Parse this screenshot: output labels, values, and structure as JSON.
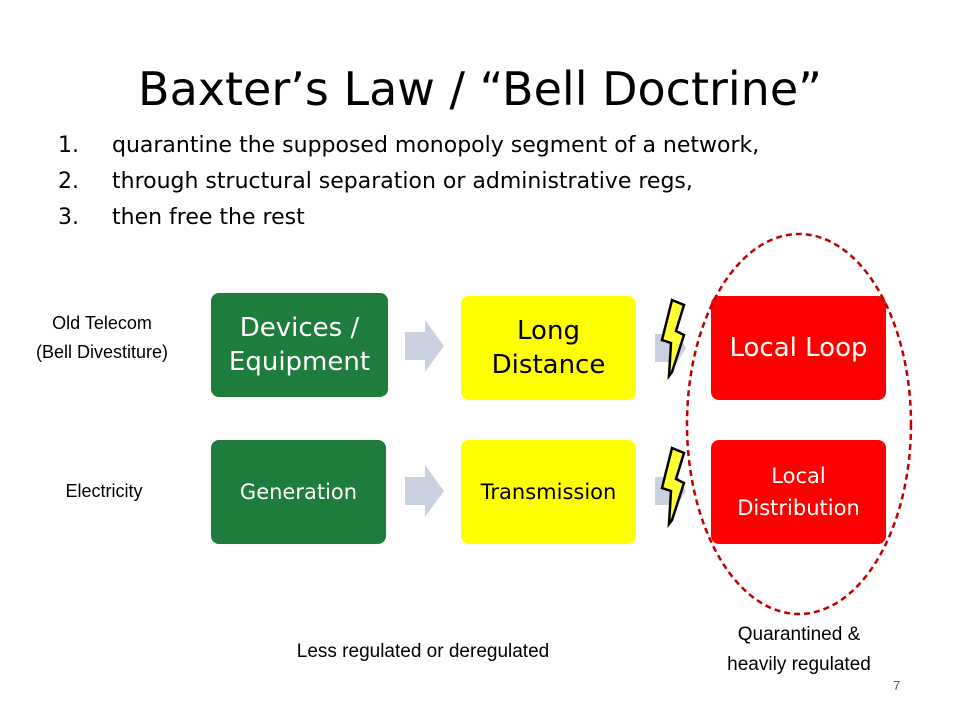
{
  "slide": {
    "title": "Baxter’s Law / “Bell Doctrine”",
    "points": [
      {
        "num": "1.",
        "text": "quarantine the supposed monopoly segment of a network,"
      },
      {
        "num": "2.",
        "text": "through structural separation or administrative regs,"
      },
      {
        "num": "3.",
        "text": "then free the rest"
      }
    ],
    "rows": [
      {
        "label_line1": "Old Telecom",
        "label_line2": "(Bell Divestiture)",
        "boxes": [
          {
            "line1": "Devices /",
            "line2": "Equipment",
            "color": "#1e7c3c"
          },
          {
            "line1": "Long",
            "line2": "Distance",
            "color": "#ffff00"
          },
          {
            "line1": "Local Loop",
            "line2": "",
            "color": "#ff0000"
          }
        ]
      },
      {
        "label_line1": "Electricity",
        "label_line2": "",
        "boxes": [
          {
            "line1": "Generation",
            "line2": "",
            "color": "#1e7c3c"
          },
          {
            "line1": "Transmission",
            "line2": "",
            "color": "#ffff00"
          },
          {
            "line1": "Local",
            "line2": "Distribution",
            "color": "#ff0000"
          }
        ]
      }
    ],
    "caption_left": "Less regulated or deregulated",
    "caption_right_line1": "Quarantined &",
    "caption_right_line2": "heavily regulated",
    "page_number": "7",
    "colors": {
      "arrow": "#c9d1e0",
      "bolt_fill": "#ffff33",
      "quarantine_ellipse": "#c00000"
    }
  }
}
